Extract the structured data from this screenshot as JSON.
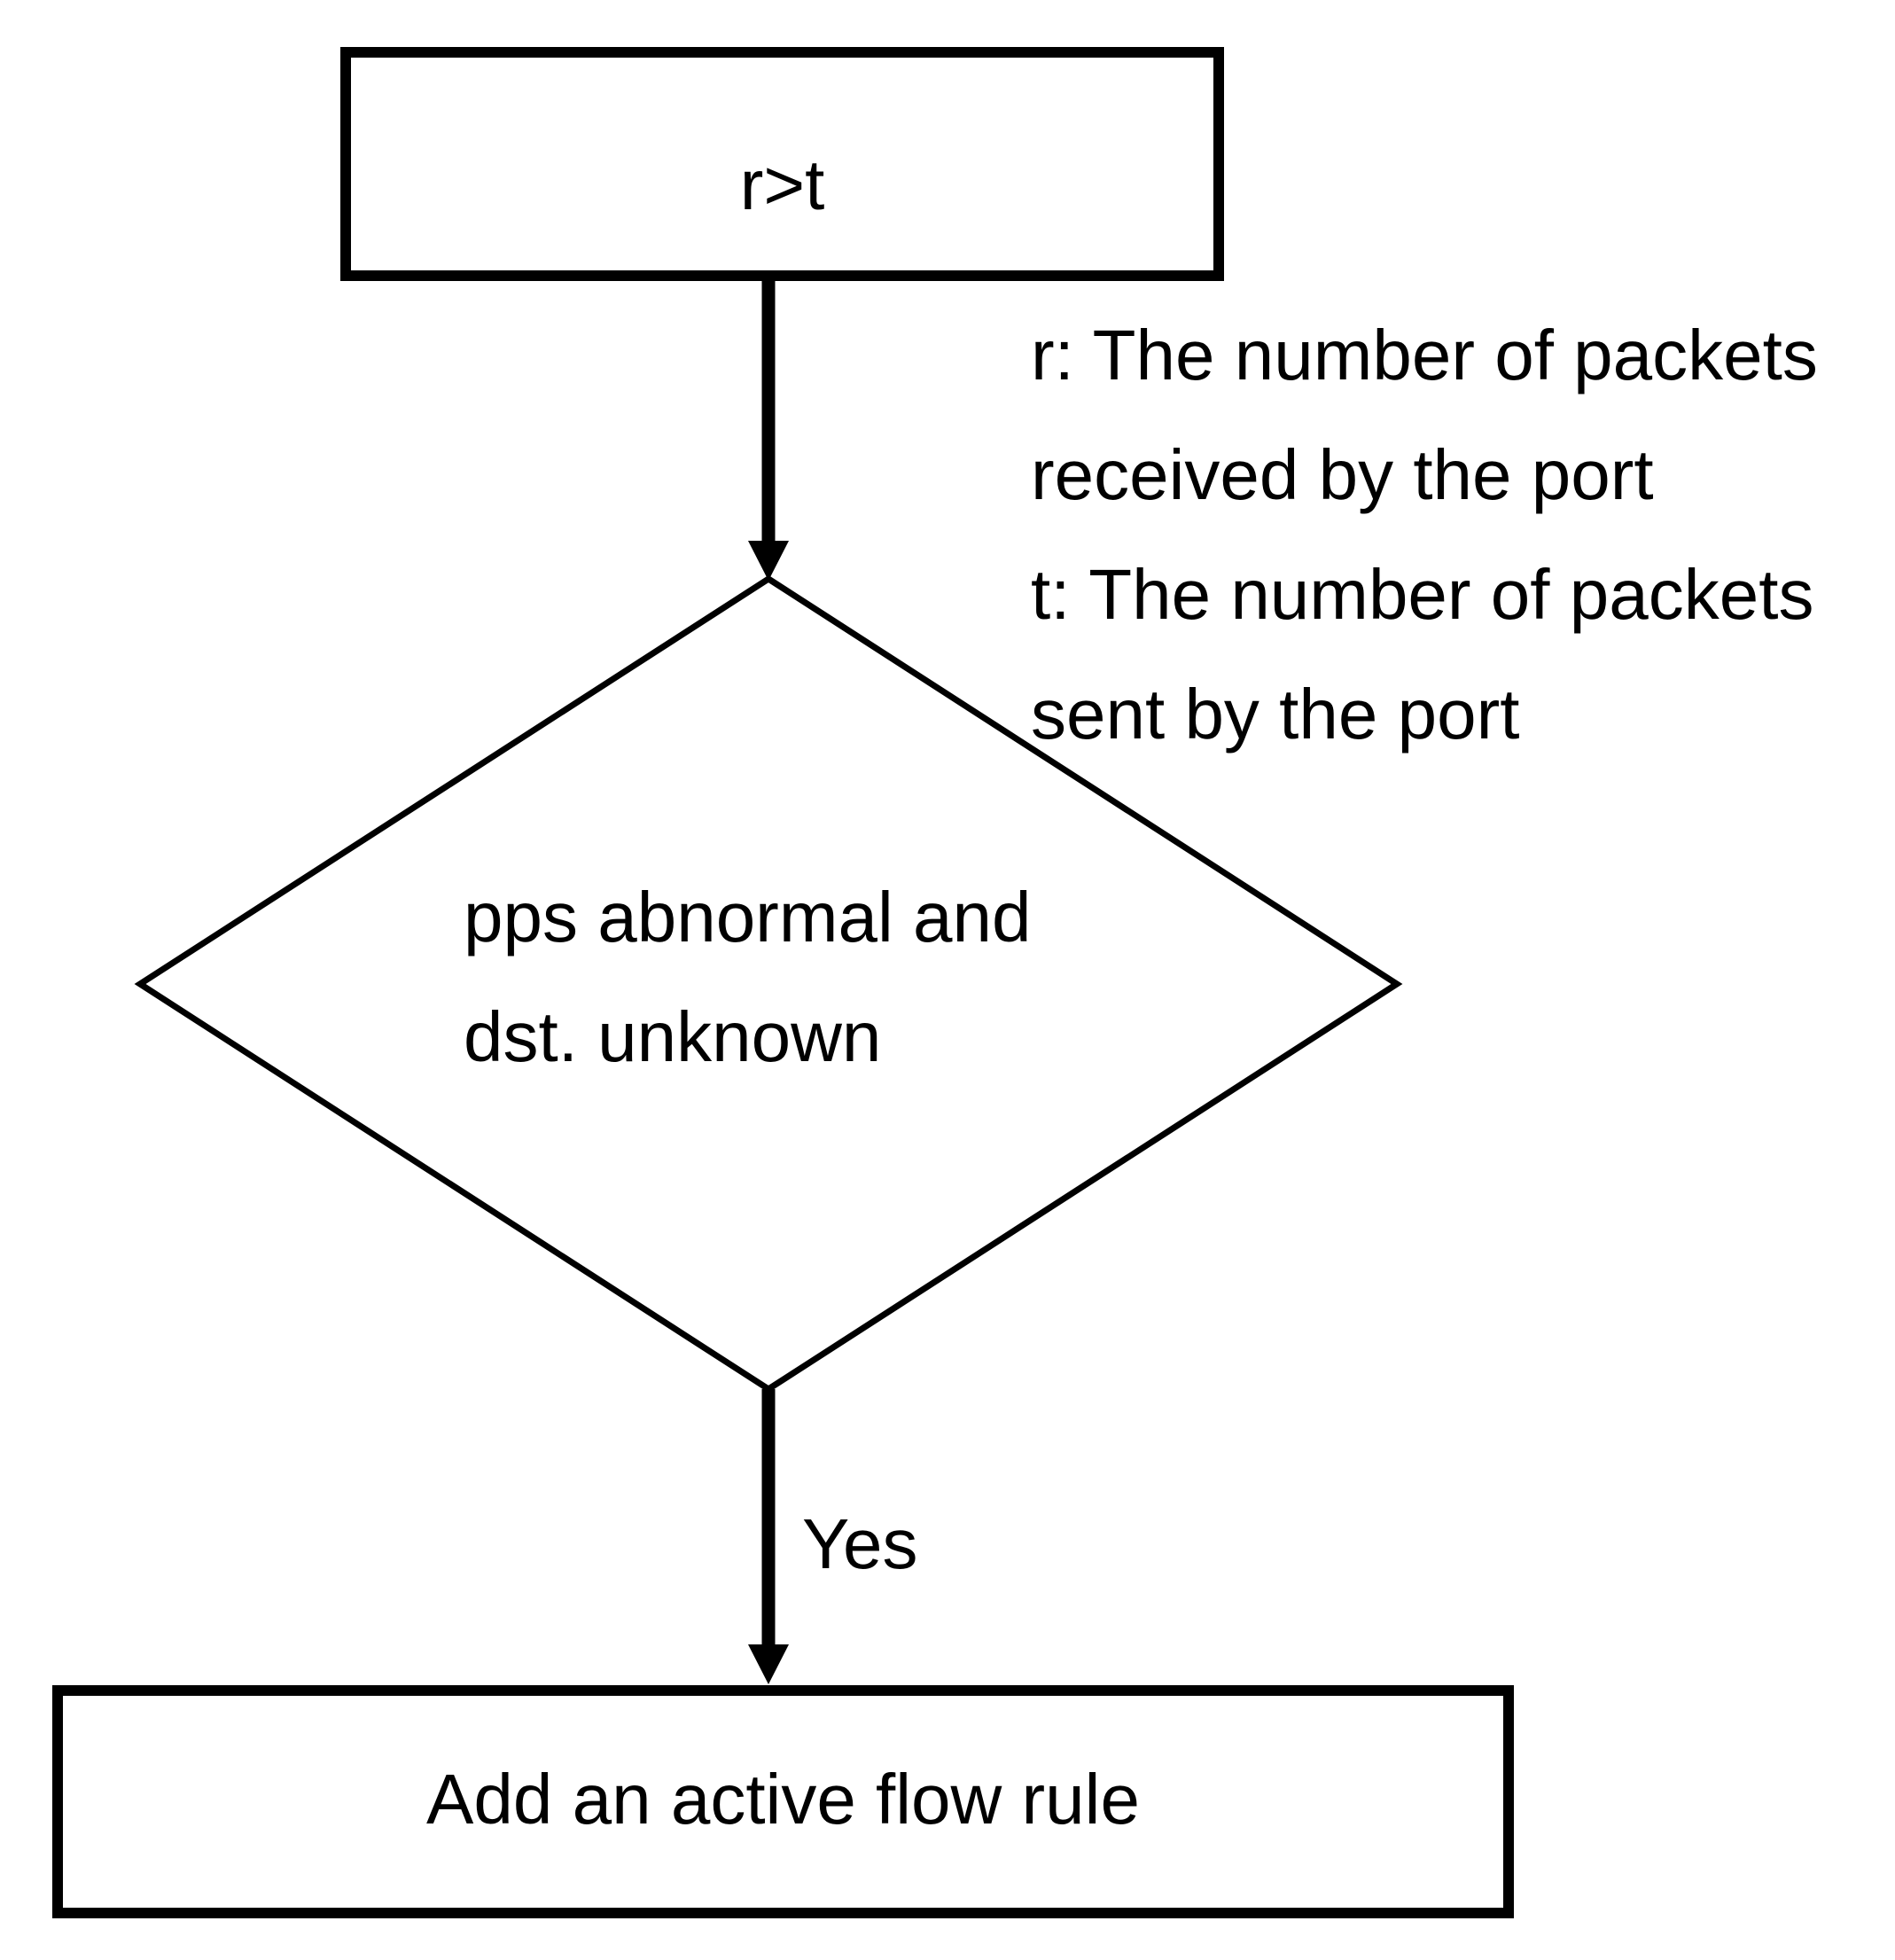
{
  "colors": {
    "ink": "#000000",
    "background": "#ffffff"
  },
  "nodes": {
    "condition": {
      "shape": "rectangle",
      "label": "r>t"
    },
    "decision": {
      "shape": "diamond",
      "lines": [
        "pps abnormal and",
        "dst. unknown"
      ]
    },
    "action": {
      "shape": "rectangle",
      "label": "Add an active flow rule"
    }
  },
  "edges": {
    "decision_to_action_label": "Yes"
  },
  "annotation": {
    "lines": [
      "r: The number of packets",
      "received by the port",
      "t: The number of packets",
      "sent by the port"
    ]
  }
}
